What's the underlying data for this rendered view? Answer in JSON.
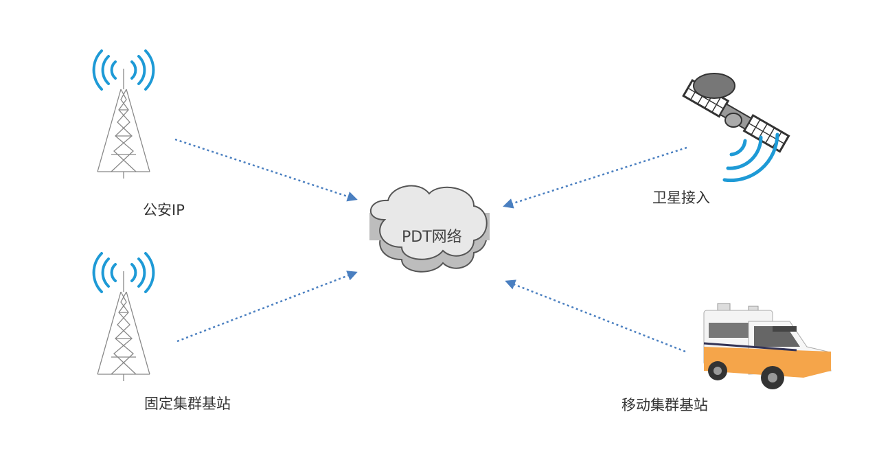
{
  "title": "PDT network diagram",
  "center": {
    "label": "PDT网络"
  },
  "nodes": [
    {
      "id": "police-ip",
      "label": "公安IP",
      "icon": "radio-tower-icon"
    },
    {
      "id": "fixed-trunk",
      "label": "固定集群基站",
      "icon": "radio-tower-icon"
    },
    {
      "id": "satellite",
      "label": "卫星接入",
      "icon": "satellite-icon"
    },
    {
      "id": "mobile-trunk",
      "label": "移动集群基站",
      "icon": "vehicle-icon"
    }
  ],
  "colors": {
    "arrow": "#4a7fc0",
    "signal": "#1e9ad6",
    "cloud": "#e6e6e6",
    "cloud_side": "#bdbdbd"
  }
}
